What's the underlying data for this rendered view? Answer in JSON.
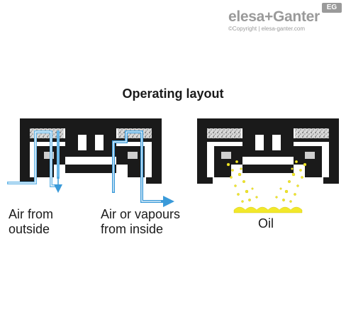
{
  "header": {
    "brand": "elesa+Ganter",
    "badge": "EG",
    "copyright": "©Copyright | elesa-ganter.com"
  },
  "title": "Operating layout",
  "labels": {
    "air_from_outside": [
      "Air from",
      "outside"
    ],
    "air_or_vapours_from_inside": [
      "Air or vapours",
      "from inside"
    ],
    "oil": "Oil"
  },
  "colors": {
    "body": "#1a1a1a",
    "air_flow": "#6ab8e8",
    "oil": "#f2e82a",
    "filter": "#cfcfcf",
    "brand": "#9a9a9a"
  }
}
